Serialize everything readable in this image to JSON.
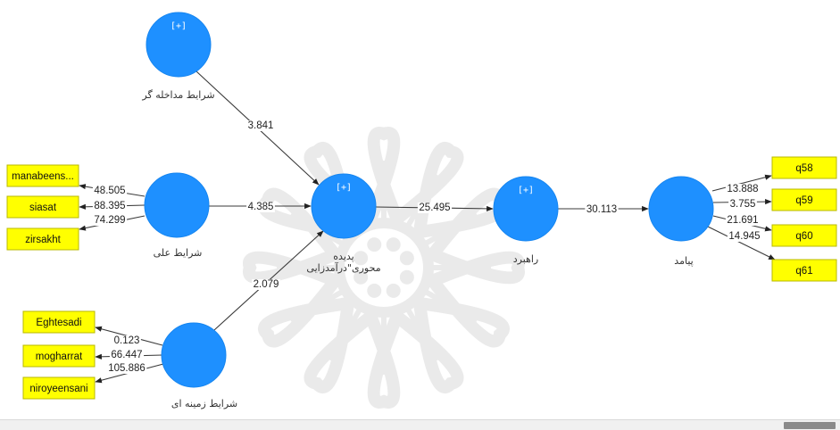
{
  "model": {
    "latent_variables": [
      {
        "id": "shrayt-mdakhlh",
        "label": "شرایط مداخله گر",
        "expand": "[+]"
      },
      {
        "id": "shrayt-ely",
        "label": "شرایط علی",
        "expand": ""
      },
      {
        "id": "shrayt-zmynh",
        "label": "شرایط زمینه ای",
        "expand": ""
      },
      {
        "id": "pdydh",
        "label": "پدیده",
        "label2": "محوری\"درآمدزایی",
        "expand": "[+]"
      },
      {
        "id": "rahbrd",
        "label": "راهبرد",
        "expand": "[+]"
      },
      {
        "id": "pyamd",
        "label": "پیامد",
        "expand": ""
      }
    ],
    "indicators": [
      {
        "id": "manabeens",
        "label": "manabeens...",
        "lv": "shrayt-ely",
        "value": "48.505"
      },
      {
        "id": "siasat",
        "label": "siasat",
        "lv": "shrayt-ely",
        "value": "88.395"
      },
      {
        "id": "zirsakht",
        "label": "zirsakht",
        "lv": "shrayt-ely",
        "value": "74.299"
      },
      {
        "id": "eghtesadi",
        "label": "Eghtesadi",
        "lv": "shrayt-zmynh",
        "value": "0.123"
      },
      {
        "id": "mogharrat",
        "label": "mogharrat",
        "lv": "shrayt-zmynh",
        "value": "66.447"
      },
      {
        "id": "niroyeensani",
        "label": "niroyeensani",
        "lv": "shrayt-zmynh",
        "value": "105.886"
      },
      {
        "id": "q58",
        "label": "q58",
        "lv": "pyamd",
        "value": "13.888"
      },
      {
        "id": "q59",
        "label": "q59",
        "lv": "pyamd",
        "value": "3.755"
      },
      {
        "id": "q60",
        "label": "q60",
        "lv": "pyamd",
        "value": "21.691"
      },
      {
        "id": "q61",
        "label": "q61",
        "lv": "pyamd",
        "value": "14.945"
      }
    ],
    "paths": [
      {
        "from": "shrayt-mdakhlh",
        "to": "pdydh",
        "value": "3.841"
      },
      {
        "from": "shrayt-ely",
        "to": "pdydh",
        "value": "4.385"
      },
      {
        "from": "shrayt-zmynh",
        "to": "pdydh",
        "value": "2.079"
      },
      {
        "from": "pdydh",
        "to": "rahbrd",
        "value": "25.495"
      },
      {
        "from": "rahbrd",
        "to": "pyamd",
        "value": "30.113"
      }
    ]
  },
  "colors": {
    "latent": "#1e90ff",
    "indicator": "#ffff00",
    "edge": "#3a3a3a",
    "watermark": "#d9d9d9"
  },
  "watermark_icon": "rosette-logo"
}
